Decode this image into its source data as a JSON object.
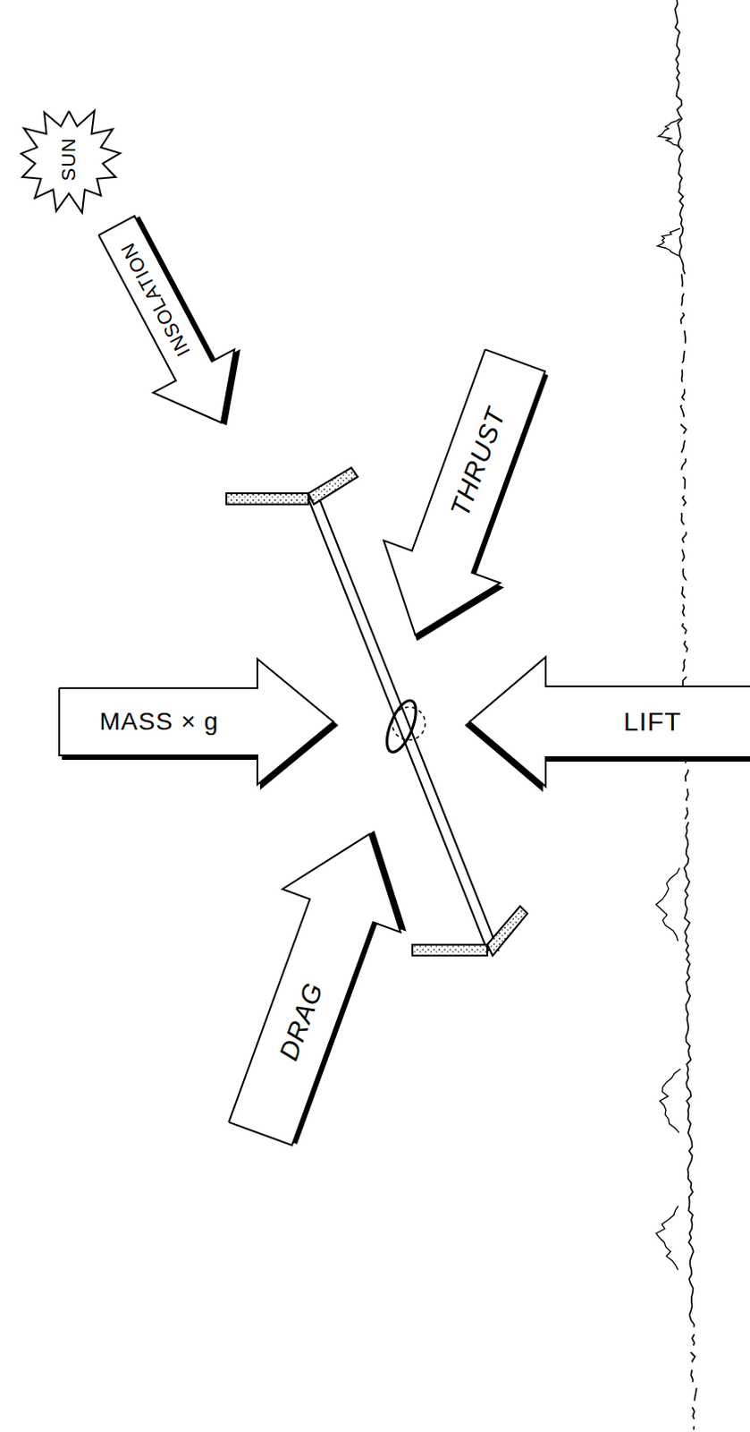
{
  "diagram": {
    "nodes": [
      {
        "text": [
          "SUN"
        ]
      },
      {
        "text": [
          "INSOLATION"
        ]
      },
      {
        "text": [
          "THRUST"
        ]
      },
      {
        "text": [
          "MASS × g"
        ]
      },
      {
        "text": [
          "LIFT"
        ]
      },
      {
        "text": [
          "DRAG"
        ]
      }
    ]
  }
}
